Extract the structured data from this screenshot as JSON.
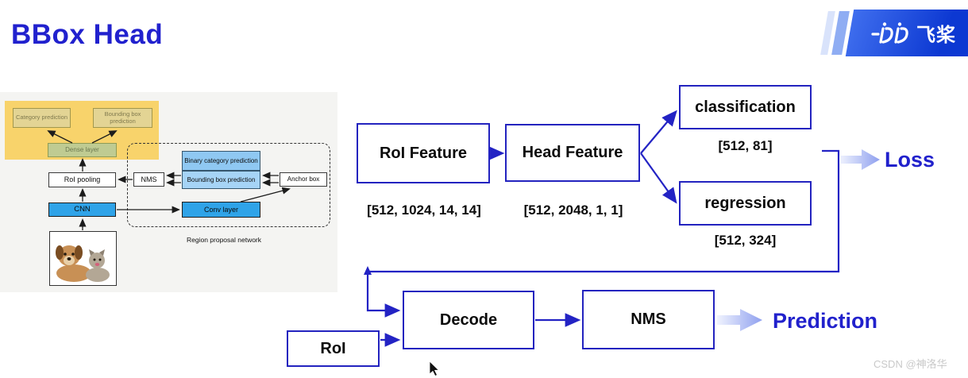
{
  "header": {
    "title": "BBox Head",
    "logo_text": "飞桨"
  },
  "colors": {
    "accent_blue": "#2121CC",
    "flow_box_border": "#2323BF",
    "highlight_yellow": "#F8D36B",
    "panel_gray": "#F4F4F2",
    "bright_blue": "#2FA3E8",
    "light_blue": "#9CCDF4",
    "logo_blue": "#0c38d2"
  },
  "mini_diagram": {
    "category_prediction": "Category prediction",
    "bounding_box_prediction_top": "Bounding box prediction",
    "dense_layer": "Dense layer",
    "roi_pooling": "RoI pooling",
    "nms": "NMS",
    "binary_category_prediction": "Binary category prediction",
    "bounding_box_prediction": "Bounding box prediction",
    "anchor_box": "Anchor box",
    "conv_layer": "Conv layer",
    "cnn": "CNN",
    "caption": "Region proposal network"
  },
  "flow": {
    "roi_feature": {
      "label": "RoI Feature",
      "shape": "[512, 1024, 14, 14]"
    },
    "head_feature": {
      "label": "Head Feature",
      "shape": "[512, 2048, 1, 1]"
    },
    "classification": {
      "label": "classification",
      "shape": "[512, 81]"
    },
    "regression": {
      "label": "regression",
      "shape": "[512, 324]"
    },
    "loss_label": "Loss",
    "roi": {
      "label": "RoI"
    },
    "decode": {
      "label": "Decode"
    },
    "nms": {
      "label": "NMS"
    },
    "prediction_label": "Prediction"
  },
  "watermark": "CSDN @神洛华"
}
